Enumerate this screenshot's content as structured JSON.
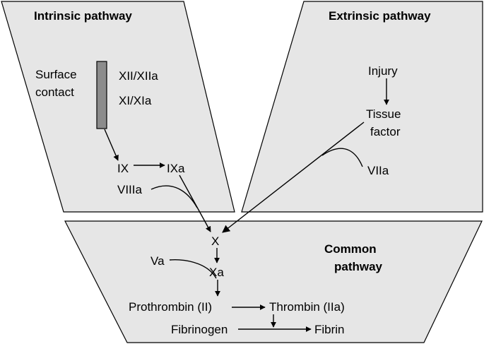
{
  "panels": {
    "intrinsic": {
      "title": "Intrinsic pathway"
    },
    "extrinsic": {
      "title": "Extrinsic pathway"
    },
    "common": {
      "title_line1": "Common",
      "title_line2": "pathway"
    }
  },
  "labels": {
    "surface_line1": "Surface",
    "surface_line2": "contact",
    "xii": "XII/XIIa",
    "xi": "XI/XIa",
    "ix": "IX",
    "ixa": "IXa",
    "viiia": "VIIIa",
    "injury": "Injury",
    "tissue_line1": "Tissue",
    "tissue_line2": "factor",
    "viia": "VIIa",
    "x": "X",
    "va": "Va",
    "xa": "Xa",
    "prothrombin": "Prothrombin (II)",
    "thrombin": "Thrombin (IIa)",
    "fibrinogen": "Fibrinogen",
    "fibrin": "Fibrin"
  },
  "colors": {
    "panel_fill": "#e6e6e6",
    "bar_fill": "#8c8c8c",
    "line": "#000000"
  }
}
